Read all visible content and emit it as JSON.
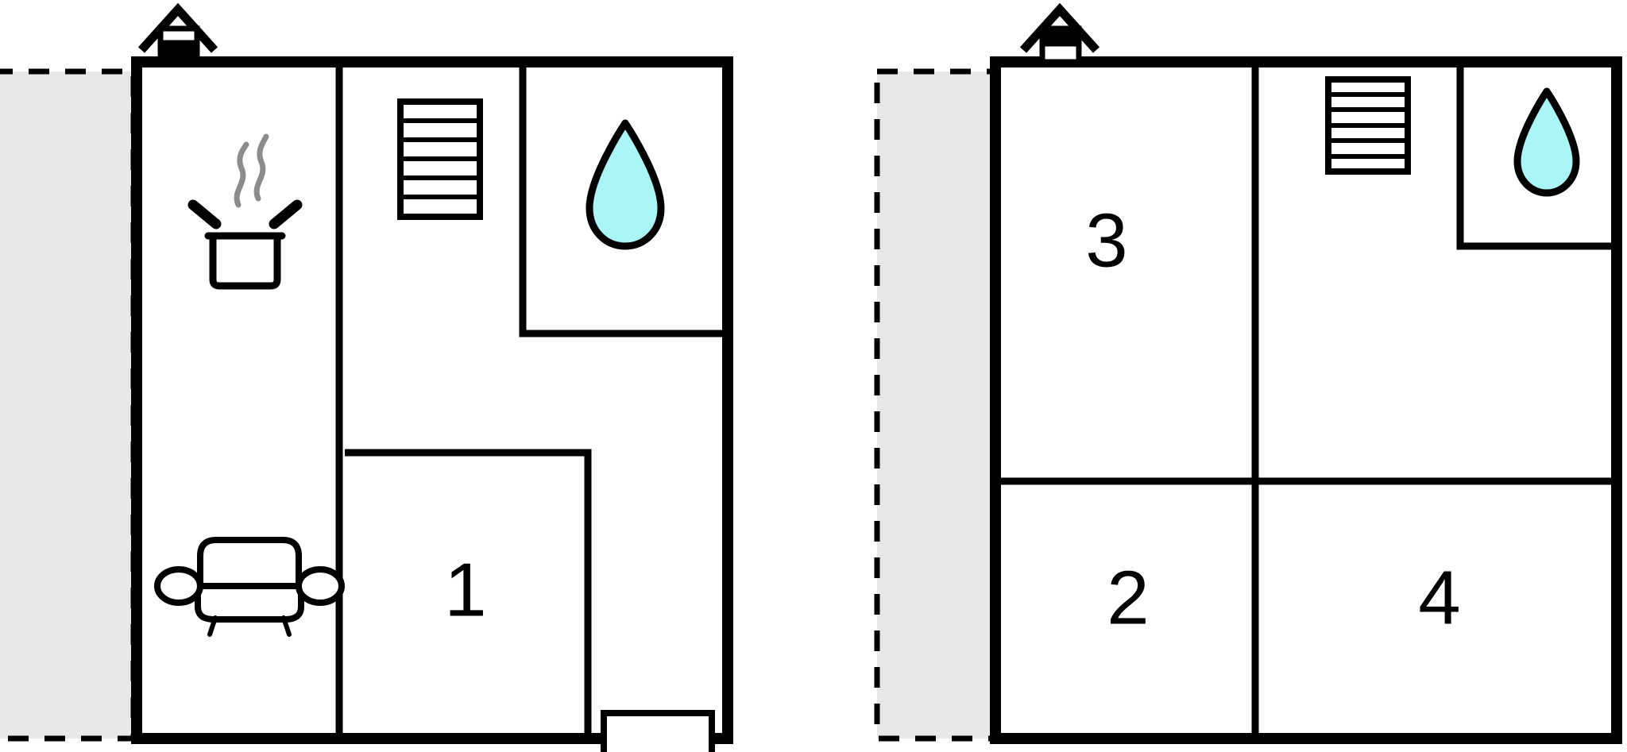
{
  "document": {
    "type": "floor-plan",
    "title": "Two-storey house floor plan",
    "plan_count": 2,
    "colors": {
      "wall": "#000000",
      "background": "#ffffff",
      "terrace_fill": "#e8e8e8",
      "terrace_outline": "#000000",
      "water_drop_fill": "#aaf5f5",
      "steam_stroke": "#8c8c8c"
    }
  },
  "plans": [
    {
      "id": "ground-floor",
      "level_indicator": {
        "icon": "house-ground-floor-icon",
        "highlighted_level": "lower",
        "upper_band_fill": "#ffffff",
        "lower_band_fill": "#000000"
      },
      "terrace": {
        "label": "terrace",
        "style": "dashed-outline",
        "fill": "#e8e8e8"
      },
      "rooms": [
        {
          "name": "living-kitchen",
          "number": "",
          "icons": [
            "cooking-pot-icon",
            "sofa-icon"
          ]
        },
        {
          "name": "hall-stairs",
          "number": "",
          "icons": [
            "staircase-icon"
          ]
        },
        {
          "name": "bathroom",
          "number": "",
          "icons": [
            "water-drop-icon"
          ]
        },
        {
          "name": "room-1",
          "number": "1",
          "icons": []
        }
      ],
      "entrance": {
        "name": "front-door",
        "label": ""
      }
    },
    {
      "id": "upper-floor",
      "level_indicator": {
        "icon": "house-upper-floor-icon",
        "highlighted_level": "upper",
        "upper_band_fill": "#000000",
        "lower_band_fill": "#ffffff"
      },
      "terrace": {
        "label": "terrace",
        "style": "dashed-outline",
        "fill": "#e8e8e8"
      },
      "rooms": [
        {
          "name": "room-3",
          "number": "3",
          "icons": []
        },
        {
          "name": "landing-stairs",
          "number": "",
          "icons": [
            "staircase-icon"
          ]
        },
        {
          "name": "bathroom",
          "number": "",
          "icons": [
            "water-drop-icon"
          ]
        },
        {
          "name": "room-2",
          "number": "2",
          "icons": []
        },
        {
          "name": "room-4",
          "number": "4",
          "icons": []
        }
      ]
    }
  ],
  "labels": {
    "room_1": "1",
    "room_2": "2",
    "room_3": "3",
    "room_4": "4"
  },
  "staircase": {
    "step_count": 6
  }
}
